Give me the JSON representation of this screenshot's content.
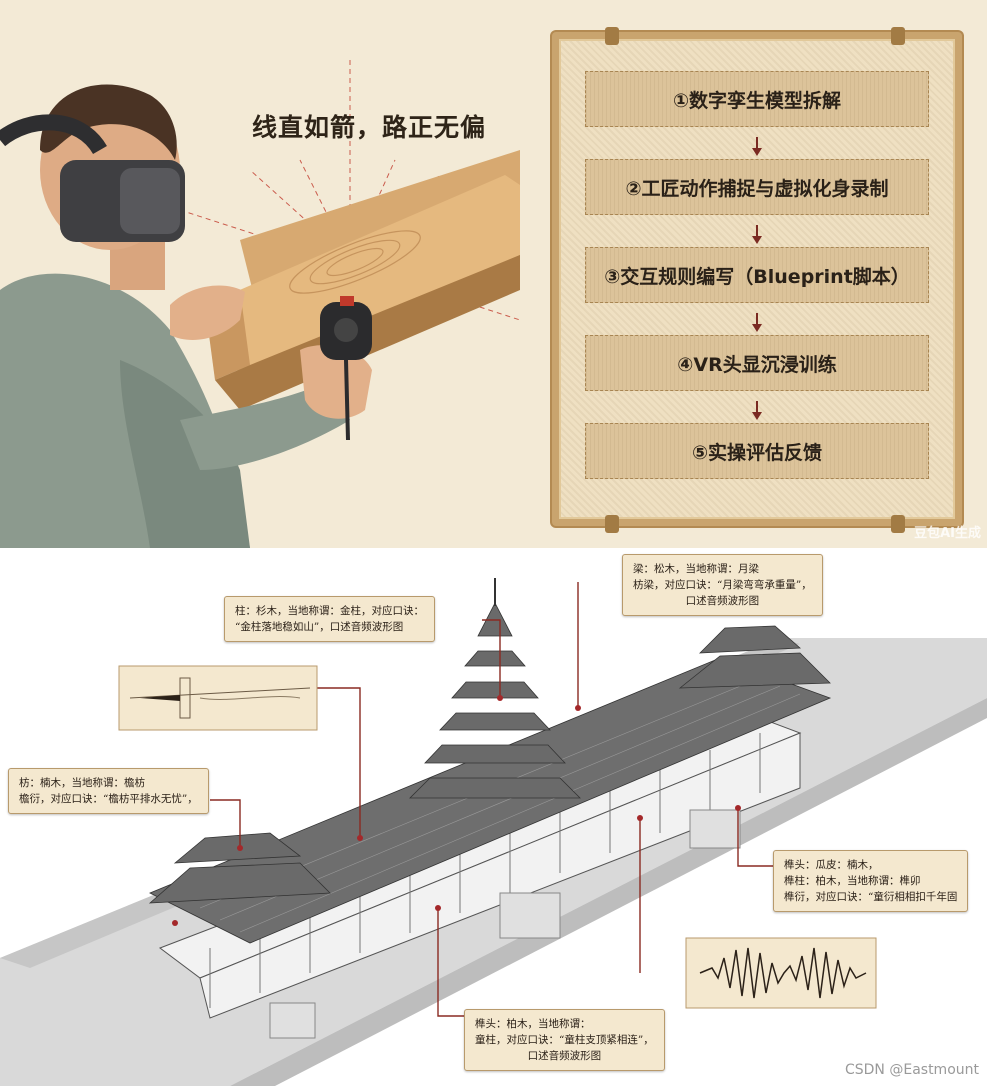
{
  "top": {
    "slogan": "线直如箭，路正无偏",
    "steps": [
      "①数字孪生模型拆解",
      "②工匠动作捕捉与虚拟化身录制",
      "③交互规则编写（Blueprint脚本）",
      "④VR头显沉浸训练",
      "⑤实操评估反馈"
    ],
    "ai_mark": "豆包AI生成"
  },
  "callouts": {
    "zhu": [
      "柱：杉木，当地称谓：金柱，对应口诀：",
      "“金柱落地稳如山”，口述音频波形图"
    ],
    "liang": [
      "梁：松木，当地称谓：月梁",
      "枋梁，对应口诀：“月梁弯弯承重量”，",
      "口述音频波形图"
    ],
    "fang": [
      "枋：楠木，当地称谓：檐枋",
      "檐衍，对应口诀：“檐枋平排水无忧”，"
    ],
    "suntou_right": [
      "榫头：瓜皮：楠木，",
      "榫柱：柏木，当地称谓：榫卯",
      "榫衍，对应口诀：“童衍相相扣千年固"
    ],
    "suntou_bottom": [
      "榫头：柏木，当地称谓：",
      "童柱，对应口诀：“童柱支顶紧相连”，",
      "口述音频波形图"
    ]
  },
  "watermark": "CSDN @Eastmount"
}
